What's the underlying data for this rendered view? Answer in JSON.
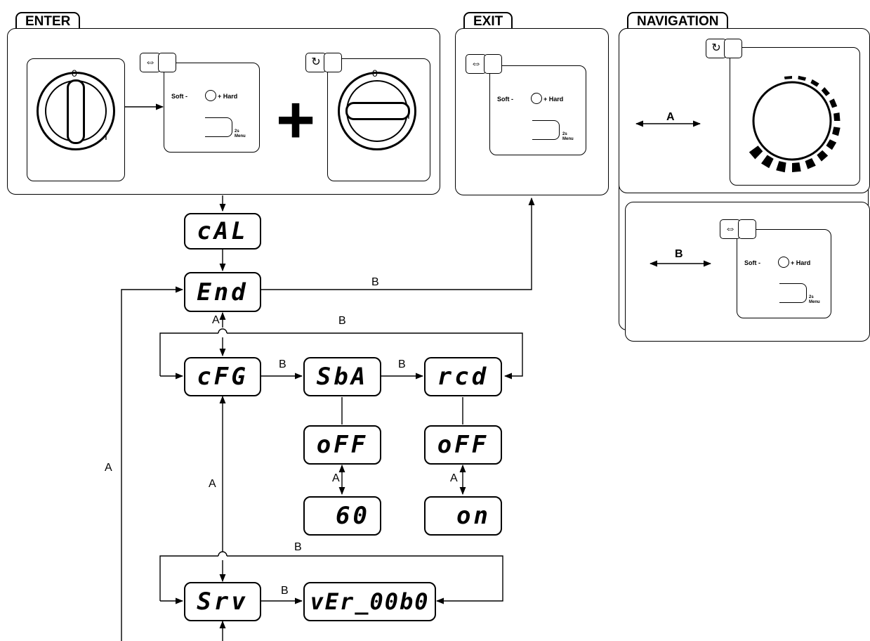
{
  "sections": {
    "enter": "ENTER",
    "exit": "EXIT",
    "navigation": "NAVIGATION"
  },
  "switch": {
    "off_mark": "0",
    "on_mark": "I"
  },
  "control_panel": {
    "soft": "Soft",
    "minus": "-",
    "plus": "+",
    "hard": "Hard",
    "menu_hint": [
      "2s",
      "Menu"
    ]
  },
  "displays": {
    "cal": "cAL",
    "end": "End",
    "cfg": "cFG",
    "sba": "SbA",
    "rcd": "rcd",
    "sba_off": "oFF",
    "rcd_off": "oFF",
    "sba_60": "60",
    "rcd_on": "on",
    "srv": "Srv",
    "version": "vEr_00b0"
  },
  "arrow_labels": {
    "end_exit": "B",
    "end_cfg": "A",
    "cfg_loop": "B",
    "cfg_sba": "B",
    "sba_rcd": "B",
    "left_loop": "A",
    "cfg_srv": "A",
    "sba_toggle": "A",
    "rcd_toggle": "A",
    "srv_loop": "B",
    "srv_ver": "B"
  },
  "navigation": {
    "rotate_label": "A",
    "press_label": "B"
  },
  "colors": {
    "line": "#000000",
    "background": "#ffffff"
  }
}
